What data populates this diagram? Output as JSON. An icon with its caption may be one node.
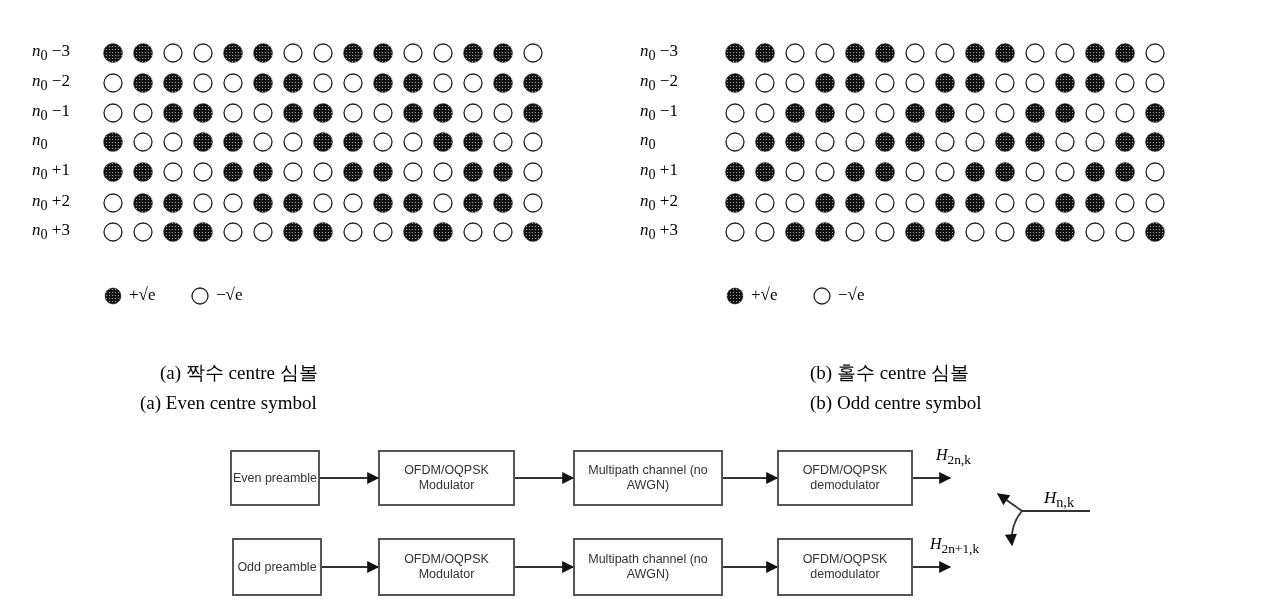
{
  "diagram": {
    "nodes": [
      {
        "text": [
          "Even preamble"
        ]
      },
      {
        "text": [
          "OFDM/OQPSK Modulator"
        ]
      },
      {
        "text": [
          "Multipath channel (no AWGN)"
        ]
      },
      {
        "text": [
          "OFDM/OQPSK demodulator"
        ]
      },
      {
        "text": [
          "Odd preamble"
        ]
      },
      {
        "text": [
          "OFDM/OQPSK Modulator"
        ]
      },
      {
        "text": [
          "Multipath channel (no AWGN)"
        ]
      },
      {
        "text": [
          "OFDM/OQPSK demodulator"
        ]
      },
      {
        "text": [
          "*H*$_{n,k}$"
        ]
      }
    ],
    "edges": [
      {
        "from": 0,
        "to": 1,
        "arrow": "to"
      },
      {
        "from": 1,
        "to": 2,
        "arrow": "to"
      },
      {
        "from": 2,
        "to": 3,
        "arrow": "to"
      },
      {
        "from": 3,
        "to": null,
        "arrow": "to",
        "label": "*H*$_{2n,k}$"
      },
      {
        "from": 4,
        "to": 5,
        "arrow": "to"
      },
      {
        "from": 5,
        "to": 6,
        "arrow": "to"
      },
      {
        "from": 6,
        "to": 7,
        "arrow": "to"
      },
      {
        "from": 7,
        "to": null,
        "arrow": "to",
        "label": "*H*$_{2n+1,k}$"
      },
      {
        "from": 8,
        "to": null,
        "arrow": "to"
      },
      {
        "from": 8,
        "to": null,
        "arrow": "to"
      }
    ],
    "labels": [
      "*n*$_{0}$ −3",
      "*n*$_{0}$ −2",
      "*n*$_{0}$ −1",
      "*n*$_{0}$",
      "*n*$_{0}$ +1",
      "*n*$_{0}$ +2",
      "*n*$_{0}$ +3",
      "*n*$_{0}$ −3",
      "*n*$_{0}$ −2",
      "*n*$_{0}$ −1",
      "*n*$_{0}$",
      "*n*$_{0}$ +1",
      "*n*$_{0}$ +2",
      "*n*$_{0}$ +3",
      "(a) 짝수 centre 심볼",
      "(b) 홀수 centre 심볼",
      "(a) Even centre symbol",
      "(b) Odd centre symbol"
    ],
    "legend": [
      {
        "text": "+√e"
      },
      {
        "text": "−√e"
      },
      {
        "text": "+√e"
      },
      {
        "text": "−√e"
      }
    ]
  }
}
